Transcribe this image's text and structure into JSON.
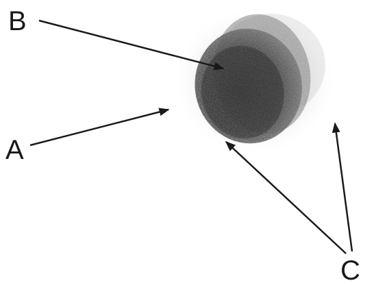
{
  "labels": {
    "a": "A",
    "b": "B",
    "c": "C"
  },
  "colors": {
    "background": "#ffffff",
    "ink": "#1a1a1a",
    "shading_dark": "#3c3c3c",
    "shading_light": "#9a9a9a"
  }
}
